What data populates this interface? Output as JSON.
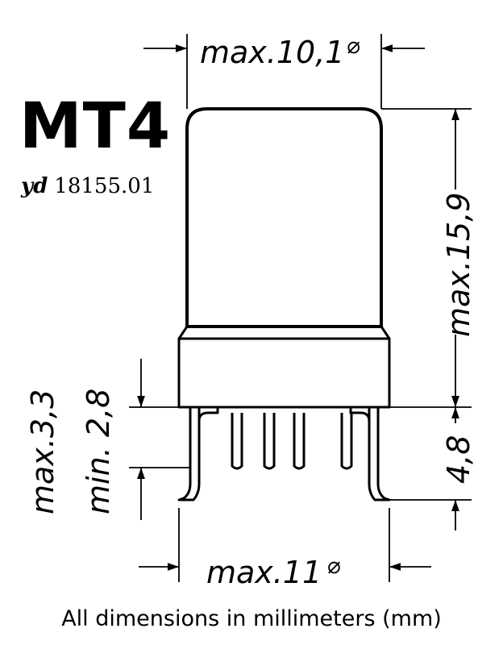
{
  "title": "MT4",
  "reference": {
    "prefix": "yd",
    "number": "18155.01"
  },
  "dimensions": {
    "top_diameter": "max.10,1",
    "bottom_diameter": "max.11",
    "overall_height": "max.15,9",
    "pin_length": "4,8",
    "base_max": "max.3,3",
    "base_min": "min. 2,8",
    "diameter_symbol": "⌀"
  },
  "footer": "All dimensions in millimeters (mm)"
}
